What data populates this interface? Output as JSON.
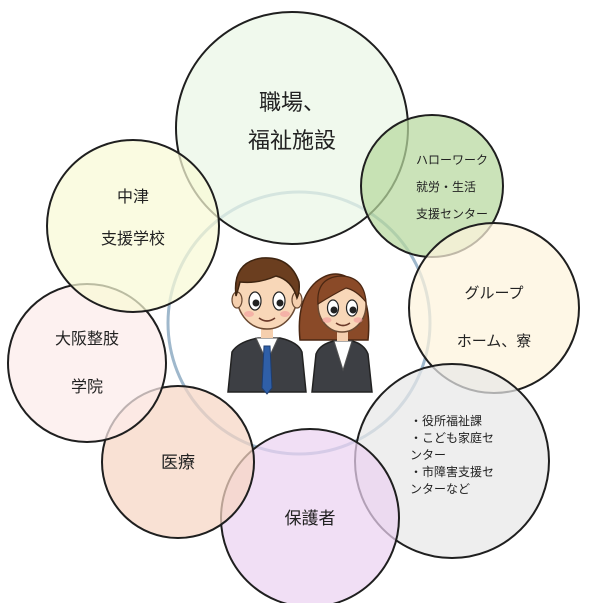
{
  "diagram": {
    "nodes": [
      {
        "id": "workplace",
        "lines": [
          "職場、",
          "福祉施設"
        ],
        "fill": "#eaf6e6"
      },
      {
        "id": "hellowork",
        "lines": [
          "ハローワーク",
          "就労・生活",
          "支援センター"
        ],
        "fill": "#b7d89e"
      },
      {
        "id": "grouphome",
        "lines": [
          "グループ",
          "ホーム、寮"
        ],
        "fill": "#fdf4dd"
      },
      {
        "id": "welfare",
        "lines": [
          "・役所福祉課",
          "・こども家庭セ",
          "ンター",
          "・市障害支援セ",
          "ンターなど"
        ],
        "fill": "#e8e8e8"
      },
      {
        "id": "guardian",
        "lines": [
          "保護者"
        ],
        "fill": "#ecd3f1"
      },
      {
        "id": "medical",
        "lines": [
          "医療"
        ],
        "fill": "#f6d5c3"
      },
      {
        "id": "osaka",
        "lines": [
          "大阪整肢",
          "学院"
        ],
        "fill": "#fcebea"
      },
      {
        "id": "nakatsu",
        "lines": [
          "中津",
          "支援学校"
        ],
        "fill": "#f8f9d6"
      }
    ],
    "center": {
      "figures": [
        "student-boy",
        "student-girl"
      ],
      "ring_color": "#9fb8cc"
    }
  }
}
